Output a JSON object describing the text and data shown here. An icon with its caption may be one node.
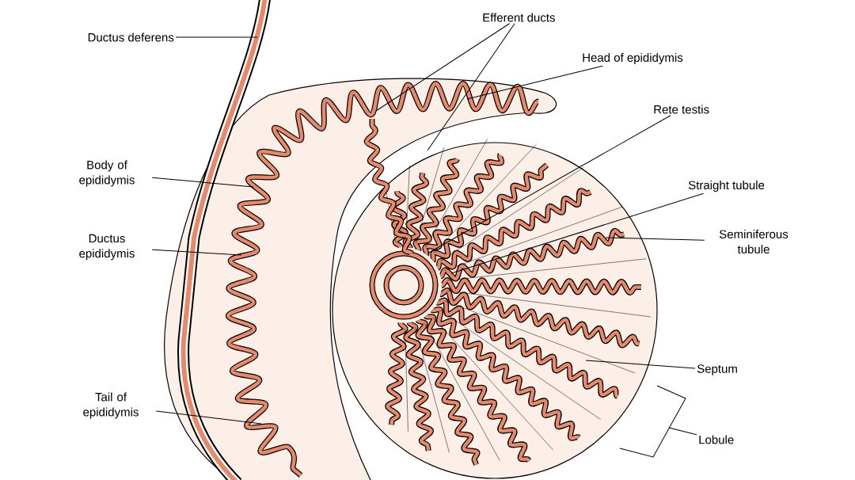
{
  "diagram": {
    "nodes": [
      {
        "text": [
          "Efferent ducts"
        ]
      },
      {
        "text": [
          "Ductus deferens"
        ]
      },
      {
        "text": [
          "Head of epididymis"
        ]
      },
      {
        "text": [
          "Rete testis"
        ]
      },
      {
        "text": [
          "Body of epididymis"
        ]
      },
      {
        "text": [
          "Straight tubule"
        ]
      },
      {
        "text": [
          "Seminiferous tubule"
        ]
      },
      {
        "text": [
          "Ductus epididymis"
        ]
      },
      {
        "text": [
          "Septum"
        ]
      },
      {
        "text": [
          "Tail of epididymis"
        ]
      },
      {
        "text": [
          "Lobule"
        ]
      }
    ],
    "edges": [
      {
        "from": 0,
        "to": null,
        "arrow": "none"
      },
      {
        "from": 0,
        "to": null,
        "arrow": "none"
      },
      {
        "from": 1,
        "to": null,
        "arrow": "none"
      },
      {
        "from": 2,
        "to": null,
        "arrow": "none"
      },
      {
        "from": 3,
        "to": null,
        "arrow": "none"
      },
      {
        "from": 4,
        "to": null,
        "arrow": "none"
      },
      {
        "from": 5,
        "to": null,
        "arrow": "none"
      },
      {
        "from": 6,
        "to": null,
        "arrow": "none"
      },
      {
        "from": 7,
        "to": null,
        "arrow": "none"
      },
      {
        "from": 8,
        "to": null,
        "arrow": "none"
      },
      {
        "from": 9,
        "to": null,
        "arrow": "none"
      },
      {
        "from": 10,
        "to": null,
        "arrow": "none"
      }
    ]
  }
}
